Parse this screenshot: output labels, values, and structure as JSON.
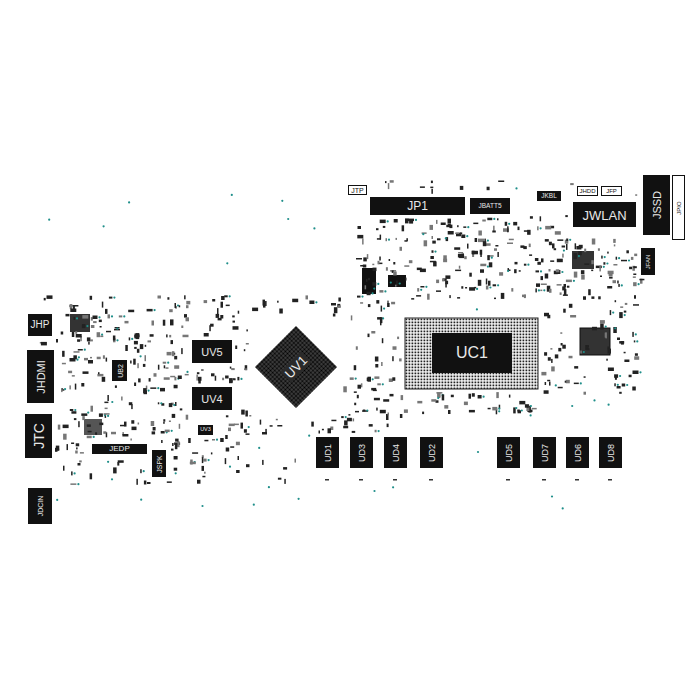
{
  "diagram": {
    "nodes": [
      {
        "text": [
          "JTP"
        ]
      },
      {
        "text": [
          "JP1"
        ]
      },
      {
        "text": [
          "JBATT5"
        ]
      },
      {
        "text": [
          "JKBL"
        ]
      },
      {
        "text": [
          "JHDD"
        ]
      },
      {
        "text": [
          "JFP"
        ]
      },
      {
        "text": [
          "JSSD"
        ]
      },
      {
        "text": [
          "JPIO"
        ]
      },
      {
        "text": [
          "JWLAN"
        ]
      },
      {
        "text": [
          "JFAN"
        ]
      },
      {
        "text": [
          "JHP"
        ]
      },
      {
        "text": [
          "UC1"
        ]
      },
      {
        "text": [
          "UV5"
        ]
      },
      {
        "text": [
          "JHDMI"
        ]
      },
      {
        "text": [
          "UV1"
        ]
      },
      {
        "text": [
          "UB2"
        ]
      },
      {
        "text": [
          "UV4"
        ]
      },
      {
        "text": [
          "JTC"
        ]
      },
      {
        "text": [
          "UV3"
        ]
      },
      {
        "text": [
          "JEDP"
        ]
      },
      {
        "text": [
          "JSPK"
        ]
      },
      {
        "text": [
          "UD1"
        ]
      },
      {
        "text": [
          "UD3"
        ]
      },
      {
        "text": [
          "UD4"
        ]
      },
      {
        "text": [
          "UD2"
        ]
      },
      {
        "text": [
          "UD5"
        ]
      },
      {
        "text": [
          "UD7"
        ]
      },
      {
        "text": [
          "UD6"
        ]
      },
      {
        "text": [
          "UD8"
        ]
      },
      {
        "text": [
          "JDCIN"
        ]
      }
    ]
  }
}
